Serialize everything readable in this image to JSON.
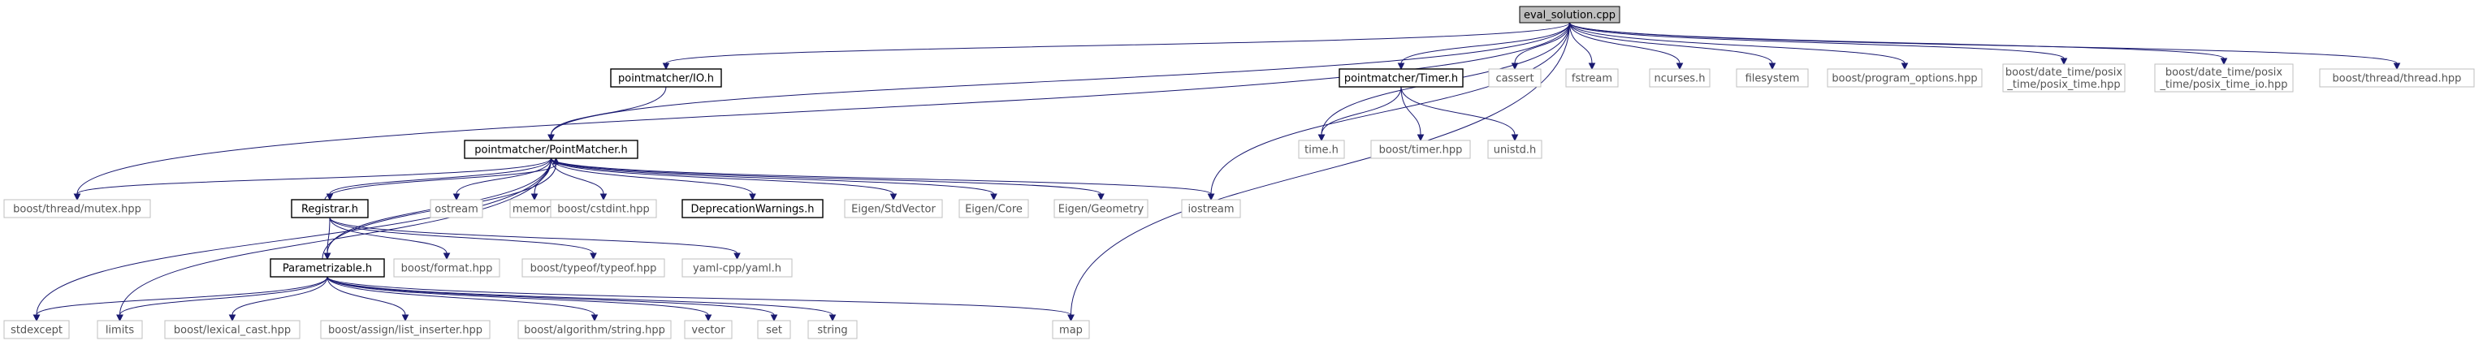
{
  "colors": {
    "edge": "#191970",
    "root_fill": "#bfbfbf",
    "system_border": "#bfbfbf",
    "system_text": "#545454",
    "user_border": "#000000"
  },
  "nodes": [
    {
      "id": "eval_solution",
      "label": "eval_solution.cpp",
      "kind": "root"
    },
    {
      "id": "io_h",
      "label": "pointmatcher/IO.h",
      "kind": "usr"
    },
    {
      "id": "timer_h",
      "label": "pointmatcher/Timer.h",
      "kind": "usr"
    },
    {
      "id": "cassert",
      "label": "cassert",
      "kind": "sys"
    },
    {
      "id": "fstream",
      "label": "fstream",
      "kind": "sys"
    },
    {
      "id": "ncurses",
      "label": "ncurses.h",
      "kind": "sys"
    },
    {
      "id": "filesystem",
      "label": "filesystem",
      "kind": "sys"
    },
    {
      "id": "program_options",
      "label": "boost/program_options.hpp",
      "kind": "sys"
    },
    {
      "id": "posix_time",
      "label": [
        "boost/date_time/posix",
        "_time/posix_time.hpp"
      ],
      "kind": "sys"
    },
    {
      "id": "posix_time_io",
      "label": [
        "boost/date_time/posix",
        "_time/posix_time_io.hpp"
      ],
      "kind": "sys"
    },
    {
      "id": "thread",
      "label": "boost/thread/thread.hpp",
      "kind": "sys"
    },
    {
      "id": "pointmatcher_h",
      "label": "pointmatcher/PointMatcher.h",
      "kind": "usr"
    },
    {
      "id": "time_h",
      "label": "time.h",
      "kind": "sys"
    },
    {
      "id": "boost_timer",
      "label": "boost/timer.hpp",
      "kind": "sys"
    },
    {
      "id": "unistd",
      "label": "unistd.h",
      "kind": "sys"
    },
    {
      "id": "mutex",
      "label": "boost/thread/mutex.hpp",
      "kind": "sys"
    },
    {
      "id": "registrar",
      "label": "Registrar.h",
      "kind": "usr"
    },
    {
      "id": "ostream",
      "label": "ostream",
      "kind": "sys"
    },
    {
      "id": "memory",
      "label": "memory",
      "kind": "sys"
    },
    {
      "id": "cstdint",
      "label": "boost/cstdint.hpp",
      "kind": "sys"
    },
    {
      "id": "deprecation",
      "label": "DeprecationWarnings.h",
      "kind": "usr"
    },
    {
      "id": "stdvector",
      "label": "Eigen/StdVector",
      "kind": "sys"
    },
    {
      "id": "eigen_core",
      "label": "Eigen/Core",
      "kind": "sys"
    },
    {
      "id": "eigen_geometry",
      "label": "Eigen/Geometry",
      "kind": "sys"
    },
    {
      "id": "iostream",
      "label": "iostream",
      "kind": "sys"
    },
    {
      "id": "parametrizable",
      "label": "Parametrizable.h",
      "kind": "usr"
    },
    {
      "id": "boost_format",
      "label": "boost/format.hpp",
      "kind": "sys"
    },
    {
      "id": "typeof",
      "label": "boost/typeof/typeof.hpp",
      "kind": "sys"
    },
    {
      "id": "yaml",
      "label": "yaml-cpp/yaml.h",
      "kind": "sys"
    },
    {
      "id": "stdexcept",
      "label": "stdexcept",
      "kind": "sys"
    },
    {
      "id": "limits",
      "label": "limits",
      "kind": "sys"
    },
    {
      "id": "lexical_cast",
      "label": "boost/lexical_cast.hpp",
      "kind": "sys"
    },
    {
      "id": "list_inserter",
      "label": "boost/assign/list_inserter.hpp",
      "kind": "sys"
    },
    {
      "id": "algorithm_string",
      "label": "boost/algorithm/string.hpp",
      "kind": "sys"
    },
    {
      "id": "vector",
      "label": "vector",
      "kind": "sys"
    },
    {
      "id": "set",
      "label": "set",
      "kind": "sys"
    },
    {
      "id": "string",
      "label": "string",
      "kind": "sys"
    },
    {
      "id": "map",
      "label": "map",
      "kind": "sys"
    }
  ],
  "edges": [
    [
      "eval_solution",
      "io_h"
    ],
    [
      "eval_solution",
      "timer_h"
    ],
    [
      "eval_solution",
      "cassert"
    ],
    [
      "eval_solution",
      "fstream"
    ],
    [
      "eval_solution",
      "ncurses"
    ],
    [
      "eval_solution",
      "filesystem"
    ],
    [
      "eval_solution",
      "program_options"
    ],
    [
      "eval_solution",
      "posix_time"
    ],
    [
      "eval_solution",
      "posix_time_io"
    ],
    [
      "eval_solution",
      "thread"
    ],
    [
      "eval_solution",
      "mutex"
    ],
    [
      "eval_solution",
      "pointmatcher_h"
    ],
    [
      "eval_solution",
      "iostream"
    ],
    [
      "eval_solution",
      "time_h"
    ],
    [
      "eval_solution",
      "map"
    ],
    [
      "io_h",
      "pointmatcher_h"
    ],
    [
      "timer_h",
      "time_h"
    ],
    [
      "timer_h",
      "boost_timer"
    ],
    [
      "timer_h",
      "unistd"
    ],
    [
      "pointmatcher_h",
      "mutex"
    ],
    [
      "pointmatcher_h",
      "registrar"
    ],
    [
      "pointmatcher_h",
      "ostream"
    ],
    [
      "pointmatcher_h",
      "memory"
    ],
    [
      "pointmatcher_h",
      "cstdint"
    ],
    [
      "pointmatcher_h",
      "deprecation"
    ],
    [
      "pointmatcher_h",
      "stdvector"
    ],
    [
      "pointmatcher_h",
      "eigen_core"
    ],
    [
      "pointmatcher_h",
      "eigen_geometry"
    ],
    [
      "pointmatcher_h",
      "iostream"
    ],
    [
      "pointmatcher_h",
      "parametrizable"
    ],
    [
      "pointmatcher_h",
      "stdexcept"
    ],
    [
      "pointmatcher_h",
      "limits"
    ],
    [
      "registrar",
      "pointmatcher_h"
    ],
    [
      "registrar",
      "parametrizable"
    ],
    [
      "registrar",
      "boost_format"
    ],
    [
      "registrar",
      "typeof"
    ],
    [
      "registrar",
      "yaml"
    ],
    [
      "parametrizable",
      "stdexcept"
    ],
    [
      "parametrizable",
      "limits"
    ],
    [
      "parametrizable",
      "lexical_cast"
    ],
    [
      "parametrizable",
      "list_inserter"
    ],
    [
      "parametrizable",
      "algorithm_string"
    ],
    [
      "parametrizable",
      "vector"
    ],
    [
      "parametrizable",
      "set"
    ],
    [
      "parametrizable",
      "string"
    ],
    [
      "parametrizable",
      "map"
    ],
    [
      "parametrizable",
      "pointmatcher_h"
    ]
  ]
}
